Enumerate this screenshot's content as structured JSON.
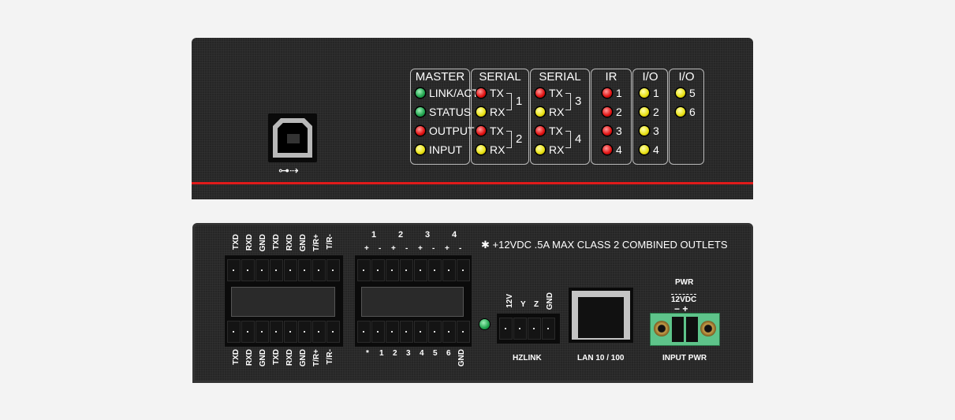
{
  "front_panel": {
    "usb_port": {
      "icon": "usb-icon",
      "symbol": "•⟞⟶"
    },
    "accent_line_color": "#e01b1b",
    "master": {
      "title": "MASTER",
      "leds": [
        {
          "label": "LINK/ACT",
          "color": "green"
        },
        {
          "label": "STATUS",
          "color": "green"
        },
        {
          "label": "OUTPUT",
          "color": "red"
        },
        {
          "label": "INPUT",
          "color": "yellow"
        }
      ]
    },
    "serial_a": {
      "title": "SERIAL",
      "leds": [
        {
          "label": "TX",
          "color": "red"
        },
        {
          "label": "RX",
          "color": "yellow"
        },
        {
          "label": "TX",
          "color": "red"
        },
        {
          "label": "RX",
          "color": "yellow"
        }
      ],
      "groups": [
        "1",
        "2"
      ]
    },
    "serial_b": {
      "title": "SERIAL",
      "leds": [
        {
          "label": "TX",
          "color": "red"
        },
        {
          "label": "RX",
          "color": "yellow"
        },
        {
          "label": "TX",
          "color": "red"
        },
        {
          "label": "RX",
          "color": "yellow"
        }
      ],
      "groups": [
        "3",
        "4"
      ]
    },
    "ir": {
      "title": "IR",
      "leds": [
        {
          "label": "1",
          "color": "red"
        },
        {
          "label": "2",
          "color": "red"
        },
        {
          "label": "3",
          "color": "red"
        },
        {
          "label": "4",
          "color": "red"
        }
      ]
    },
    "io_a": {
      "title": "I/O",
      "leds": [
        {
          "label": "1",
          "color": "yellow"
        },
        {
          "label": "2",
          "color": "yellow"
        },
        {
          "label": "3",
          "color": "yellow"
        },
        {
          "label": "4",
          "color": "yellow"
        }
      ]
    },
    "io_b": {
      "title": "I/O",
      "leds": [
        {
          "label": "5",
          "color": "yellow"
        },
        {
          "label": "6",
          "color": "yellow"
        }
      ]
    }
  },
  "rear_panel": {
    "serial_terminal": {
      "top_labels": [
        "TXD",
        "RXD",
        "GND",
        "TXD",
        "RXD",
        "GND",
        "T/R+",
        "T/R-"
      ],
      "bottom_labels": [
        "TXD",
        "RXD",
        "GND",
        "TXD",
        "RXD",
        "GND",
        "T/R+",
        "T/R-"
      ]
    },
    "ir_terminal": {
      "top_groups": [
        "1",
        "2",
        "3",
        "4"
      ],
      "polarity": [
        "+",
        "-"
      ],
      "bottom_labels": [
        "*",
        "1",
        "2",
        "3",
        "4",
        "5",
        "6",
        "GND"
      ]
    },
    "power_note": "✱ +12VDC .5A MAX CLASS 2 COMBINED OUTLETS",
    "hzlink": {
      "pins": [
        "12V",
        "Y",
        "Z",
        "GND"
      ],
      "label": "HZLINK"
    },
    "lan": {
      "label": "LAN 10 / 100"
    },
    "input_power": {
      "title": "PWR",
      "voltage": "12VDC",
      "polarity": "−  +",
      "label": "INPUT PWR"
    }
  }
}
